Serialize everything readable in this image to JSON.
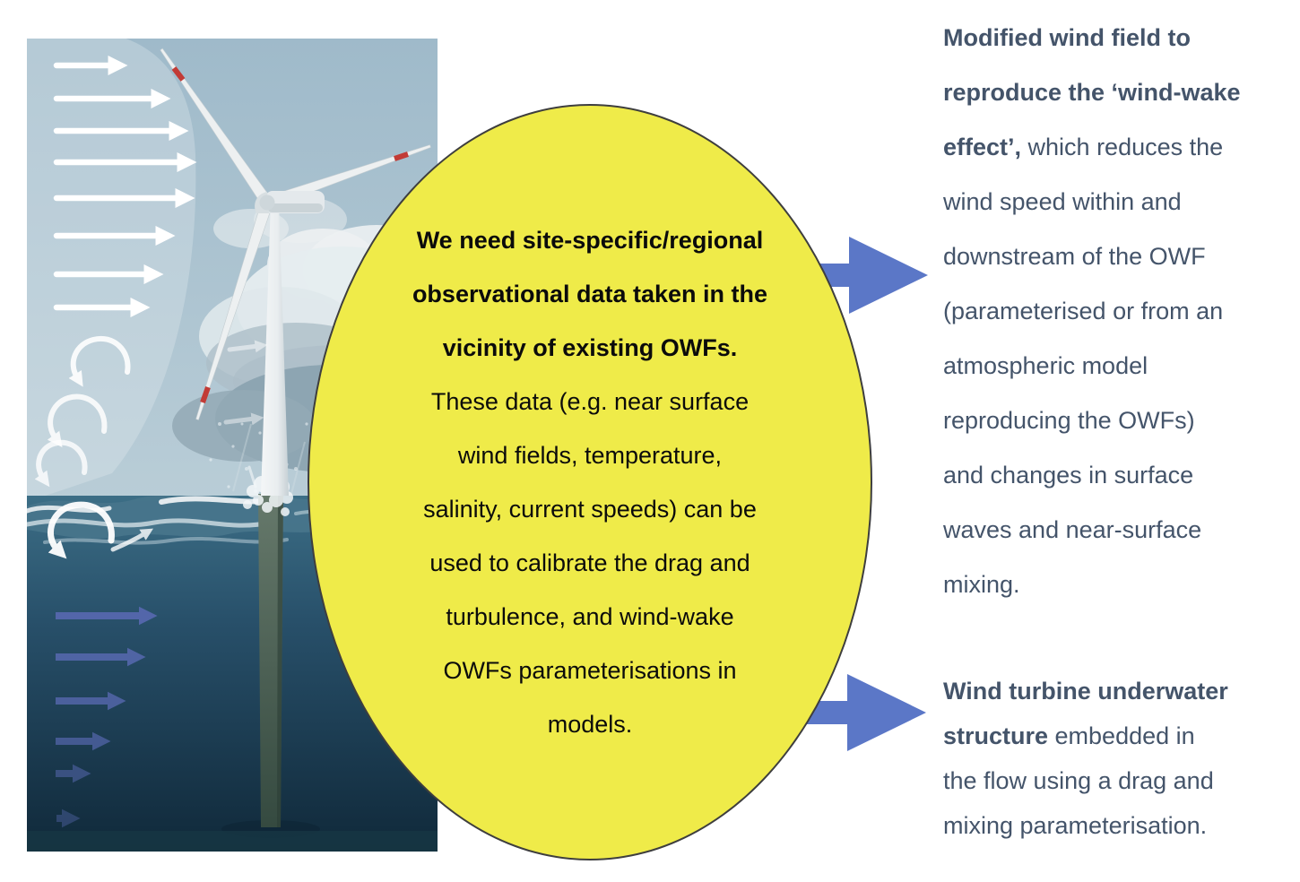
{
  "figure": {
    "background": "#FFFFFF",
    "accent_arrow_color": "#5B77C7",
    "text_color": "#44546A",
    "ellipse": {
      "fill": "#EFEB49",
      "border_color": "#3E3E3E",
      "lines": [
        {
          "text": "We need site-specific/regional",
          "bold": true
        },
        {
          "text": "observational data taken in the",
          "bold": true
        },
        {
          "text": "vicinity of existing OWFs.",
          "bold": true
        },
        {
          "text": "These data (e.g. near surface",
          "bold": false
        },
        {
          "text": "wind fields, temperature,",
          "bold": false
        },
        {
          "text": "salinity, current speeds) can be",
          "bold": false
        },
        {
          "text": "used to calibrate the drag and",
          "bold": false
        },
        {
          "text": "turbulence, and wind-wake",
          "bold": false
        },
        {
          "text": "OWFs parameterisations in",
          "bold": false
        },
        {
          "text": "models.",
          "bold": false
        }
      ]
    },
    "right_column": {
      "paragraphs": [
        {
          "name": "wind-wake-effect",
          "lines": [
            [
              {
                "text": "Modified wind field to",
                "bold": true
              }
            ],
            [
              {
                "text": "reproduce the ‘wind-wake",
                "bold": true
              }
            ],
            [
              {
                "text": "effect’,",
                "bold": true
              },
              {
                "text": " which reduces the",
                "bold": false
              }
            ],
            [
              {
                "text": "wind speed within and",
                "bold": false
              }
            ],
            [
              {
                "text": "downstream of the OWF",
                "bold": false
              }
            ],
            [
              {
                "text": "(parameterised or from an",
                "bold": false
              }
            ],
            [
              {
                "text": "atmospheric model",
                "bold": false
              }
            ],
            [
              {
                "text": "reproducing the OWFs)",
                "bold": false
              }
            ],
            [
              {
                "text": "and changes in surface",
                "bold": false
              }
            ],
            [
              {
                "text": "waves and near-surface",
                "bold": false
              }
            ],
            [
              {
                "text": "mixing.",
                "bold": false
              }
            ]
          ]
        },
        {
          "name": "underwater-structure",
          "lines": [
            [
              {
                "text": "Wind turbine underwater",
                "bold": true
              }
            ],
            [
              {
                "text": "structure",
                "bold": true
              },
              {
                "text": " embedded in",
                "bold": false
              }
            ],
            [
              {
                "text": "the flow using a drag and",
                "bold": false
              }
            ],
            [
              {
                "text": "mixing parameterisation.",
                "bold": false
              }
            ]
          ]
        }
      ]
    },
    "illustration": {
      "description": "Offshore wind turbine at sea: white wind-profile arrows and turbulence swirls above the surface, blue current-profile arrows decreasing with depth below the surface",
      "sky_color": "#A7C0CF",
      "sea_color": "#29536B",
      "deep_sea_color": "#142E40",
      "wind_arrow_color": "#FFFFFF",
      "current_arrow_color": "#5668AE",
      "blade_tip_color": "#C23B36",
      "wind_profile_arrow_count": 8,
      "turbulence_swirl_count": 4,
      "current_profile_arrow_count": 6
    }
  }
}
